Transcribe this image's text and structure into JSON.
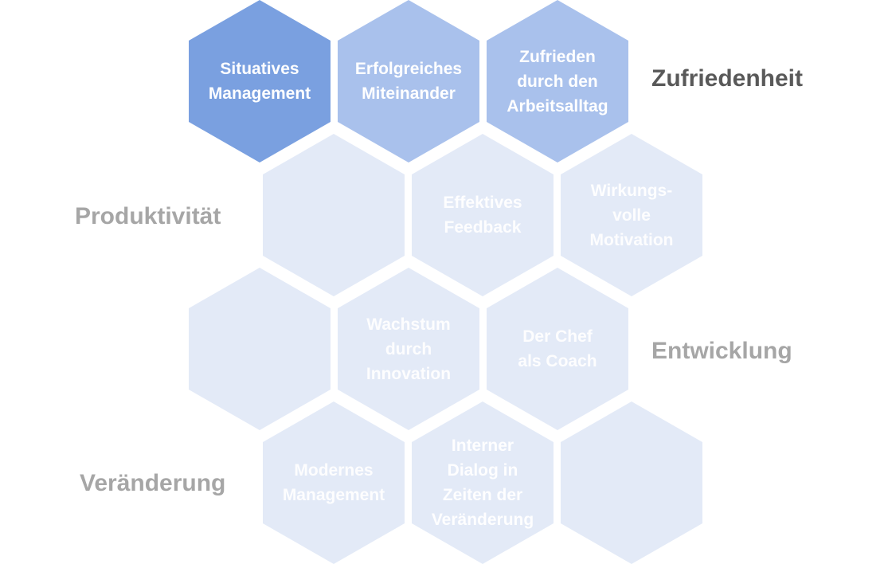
{
  "colors": {
    "hex_strong": "#7aa0e0",
    "hex_medium": "#a9c1ec",
    "hex_faint": "#e3eaf7",
    "label_dark": "#595959",
    "label_light": "#a6a6a6"
  },
  "categories": {
    "zufriedenheit": "Zufriedenheit",
    "produktivitaet": "Produktivität",
    "entwicklung": "Entwicklung",
    "veraenderung": "Veränderung"
  },
  "hexagons": {
    "situatives_management": "Situatives\nManagement",
    "erfolgreiches_miteinander": "Erfolgreiches\nMiteinander",
    "zufrieden_arbeitsalltag": "Zufrieden\ndurch den\nArbeitsalltag",
    "effektives_feedback": "Effektives\nFeedback",
    "wirkungsvolle_motivation": "Wirkungs-\nvolle\nMotivation",
    "wachstum_innovation": "Wachstum\ndurch\nInnovation",
    "chef_coach": "Der Chef\nals Coach",
    "modernes_management": "Modernes\nManagement",
    "interner_dialog": "Interner\nDialog in\nZeiten der\nVeränderung",
    "empty": ""
  }
}
